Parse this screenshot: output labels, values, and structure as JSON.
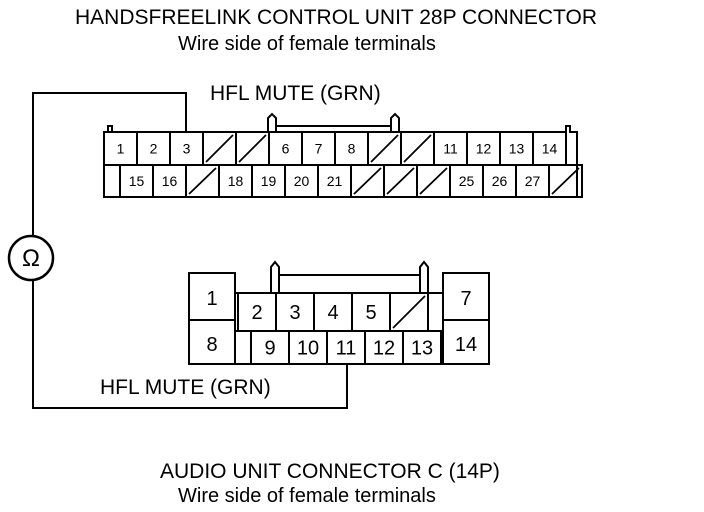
{
  "top_connector": {
    "title": "HANDSFREELINK CONTROL UNIT 28P CONNECTOR",
    "subtitle": "Wire side of female terminals",
    "wire_label": "HFL MUTE (GRN)",
    "row1": [
      "1",
      "2",
      "3",
      "",
      "",
      "6",
      "7",
      "8",
      "",
      "",
      "11",
      "12",
      "13",
      "14"
    ],
    "row2": [
      "15",
      "16",
      "",
      "18",
      "19",
      "20",
      "21",
      "",
      "",
      "",
      "25",
      "26",
      "27",
      ""
    ]
  },
  "meter": {
    "symbol": "Ω",
    "icon": "ohmmeter-icon"
  },
  "bottom_connector": {
    "title": "AUDIO UNIT CONNECTOR C (14P)",
    "subtitle": "Wire side of female terminals",
    "wire_label": "HFL MUTE (GRN)",
    "left_pins": [
      "1",
      "8"
    ],
    "row1_middle": [
      "2",
      "3",
      "4",
      "5",
      ""
    ],
    "row2_middle": [
      "9",
      "10",
      "11",
      "12",
      "13"
    ],
    "right_pins": [
      "7",
      "14"
    ]
  }
}
